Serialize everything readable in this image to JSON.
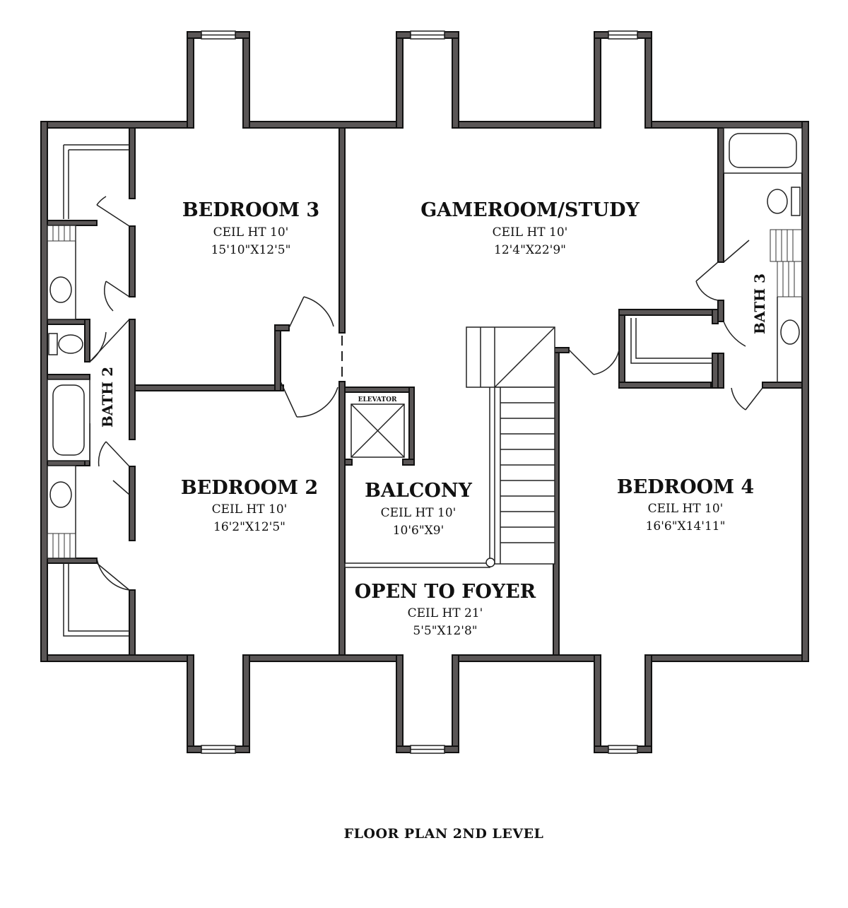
{
  "plan_title": "FLOOR PLAN 2ND LEVEL",
  "rooms": [
    {
      "key": "bedroom_3",
      "name": "BEDROOM 3",
      "ceiling": "CEIL HT 10'",
      "size": "15'10\"X12'5\""
    },
    {
      "key": "gameroom",
      "name": "GAMEROOM/STUDY",
      "ceiling": "CEIL HT 10'",
      "size": "12'4\"X22'9\""
    },
    {
      "key": "bedroom_2",
      "name": "BEDROOM 2",
      "ceiling": "CEIL HT 10'",
      "size": "16'2\"X12'5\""
    },
    {
      "key": "balcony",
      "name": "BALCONY",
      "ceiling": "CEIL HT 10'",
      "size": "10'6\"X9'"
    },
    {
      "key": "bedroom_4",
      "name": "BEDROOM 4",
      "ceiling": "CEIL HT 10'",
      "size": "16'6\"X14'11\""
    },
    {
      "key": "open_to_foyer",
      "name": "OPEN TO FOYER",
      "ceiling": "CEIL HT 21'",
      "size": "5'5\"X12'8\""
    }
  ],
  "baths": [
    {
      "key": "bath_2",
      "name": "BATH 2"
    },
    {
      "key": "bath_3",
      "name": "BATH 3"
    }
  ],
  "elevator_label": "ELEVATOR"
}
